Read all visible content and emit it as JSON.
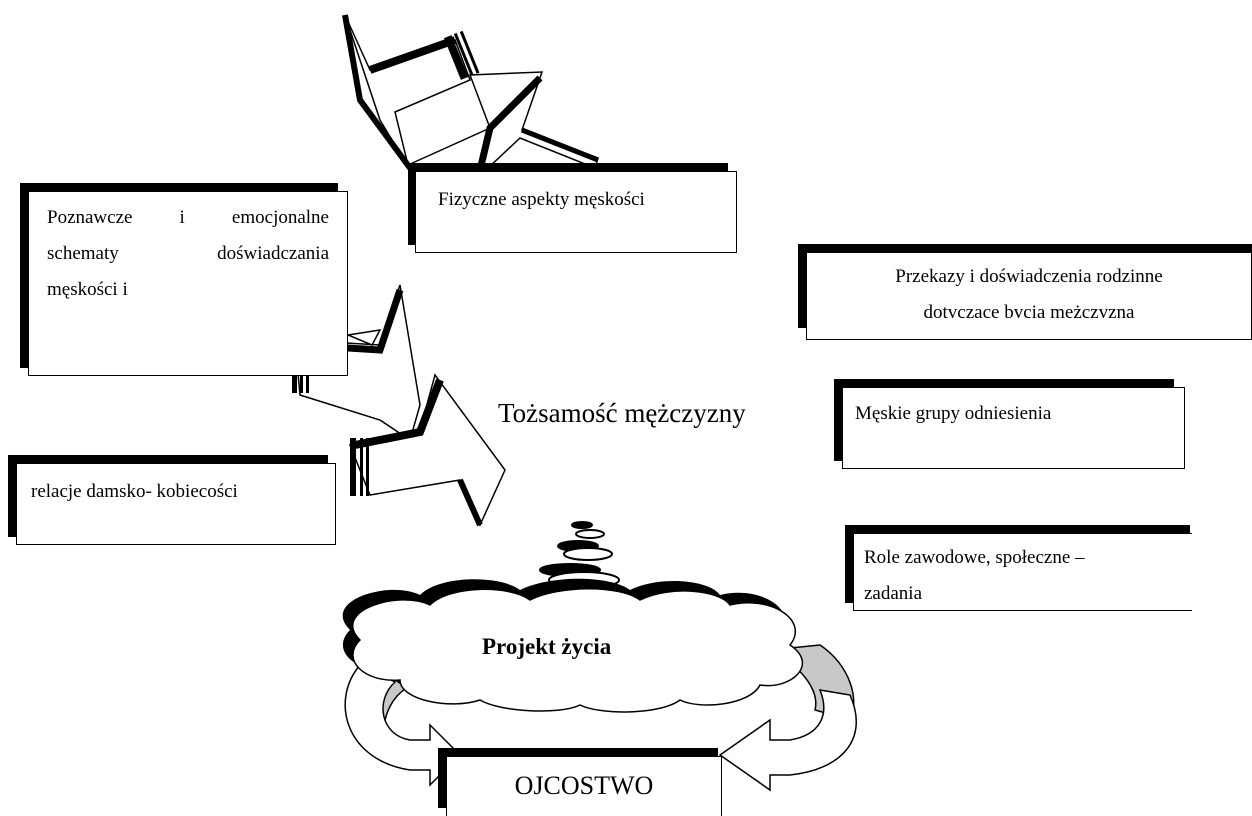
{
  "center_label": "Tożsamość mężczyzny",
  "boxes": {
    "physical": "Fizyczne aspekty męskości",
    "cognitive": {
      "line1": "Poznawcze i emocjonalne",
      "line2": "schematy doświadczania",
      "line3": "męskości i"
    },
    "family": {
      "line1": "Przekazy i doświadczenia rodzinne",
      "line2": "dotvczace bvcia meżczvzna"
    },
    "groups": "Męskie grupy odniesienia",
    "relations": "relacje damsko- kobiecości",
    "roles": {
      "line1": "Role zawodowe, społeczne –",
      "line2": "zadania"
    }
  },
  "cloud_label": "Projekt życia",
  "bottom_label": "OJCOSTWO"
}
